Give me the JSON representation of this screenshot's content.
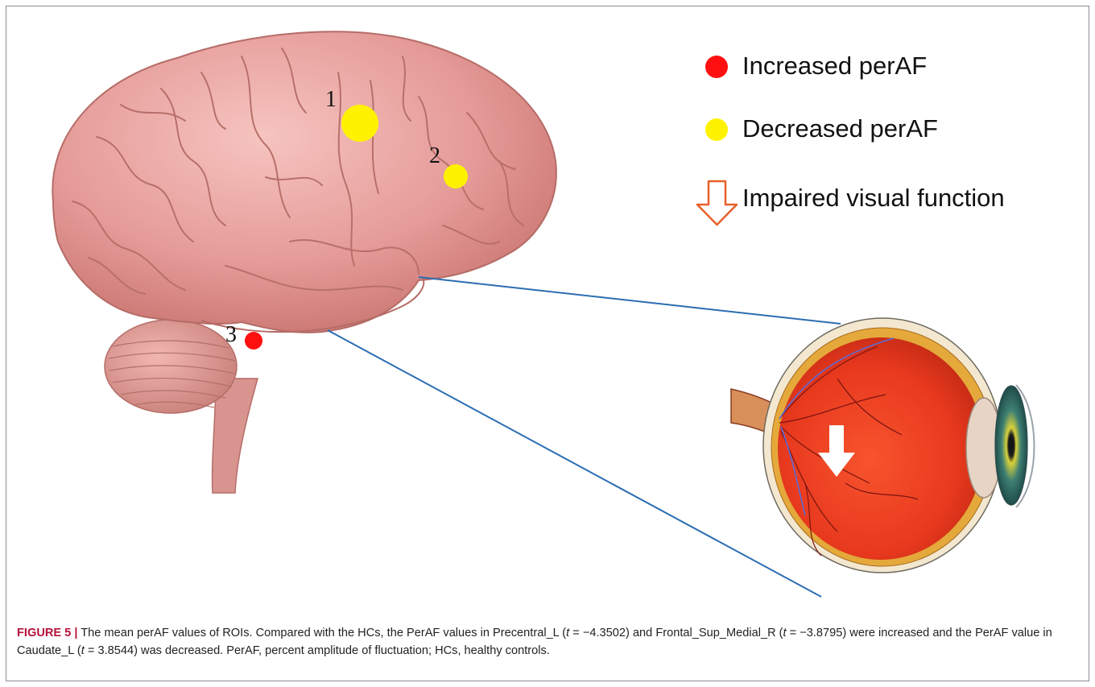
{
  "figure": {
    "markers": [
      {
        "label": "1",
        "type": "decreased",
        "color": "#FFF200"
      },
      {
        "label": "2",
        "type": "decreased",
        "color": "#FFF200"
      },
      {
        "label": "3",
        "type": "increased",
        "color": "#FF1010"
      }
    ],
    "legend": {
      "increased": "Increased perAF",
      "decreased": "Decreased perAF",
      "impaired": "Impaired visual function",
      "increased_color": "#FF1010",
      "decreased_color": "#FFF200",
      "arrow_color": "#E8602A",
      "arrow_icon": "hollow-down-arrow-icon"
    }
  },
  "caption": {
    "figure_label": "FIGURE 5 |",
    "s1": " The mean perAF values of ROIs. Compared with the HCs, the PerAF values in Precentral_L (",
    "t1": "t",
    "s2": " = −4.3502) and Frontal_Sup_Medial_R (",
    "t2": "t",
    "s3": " = −3.8795) were increased and the PerAF value in Caudate_L (",
    "t3": "t",
    "s4": " = 3.8544) was decreased. PerAF, percent amplitude of fluctuation; HCs, healthy controls."
  }
}
